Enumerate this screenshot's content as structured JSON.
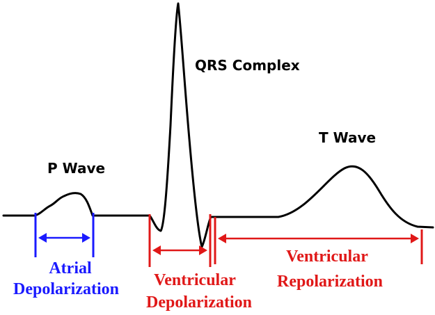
{
  "labels": {
    "p_wave": "P Wave",
    "qrs_complex": "QRS Complex",
    "t_wave": "T Wave",
    "atrial_1": "Atrial",
    "atrial_2": "Depolarization",
    "vent_dep_1": "Ventricular",
    "vent_dep_2": "Depolarization",
    "vent_rep_1": "Ventricular",
    "vent_rep_2": "Repolarization"
  },
  "colors": {
    "trace": "#000000",
    "atrial": "#1a1aff",
    "ventricular": "#e01818",
    "background": "#ffffff"
  }
}
